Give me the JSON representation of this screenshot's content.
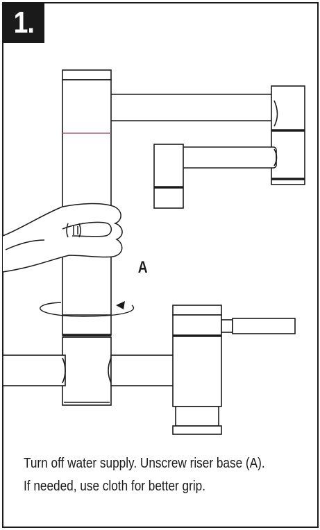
{
  "step": {
    "number": "1."
  },
  "callout": {
    "label": "A"
  },
  "caption": {
    "line1": "Turn off water supply. Unscrew riser base (A).",
    "line2": "If needed, use cloth for better grip."
  },
  "colors": {
    "ink": "#1a1a1a",
    "accent_line": "#b05a7a",
    "background": "#ffffff"
  }
}
